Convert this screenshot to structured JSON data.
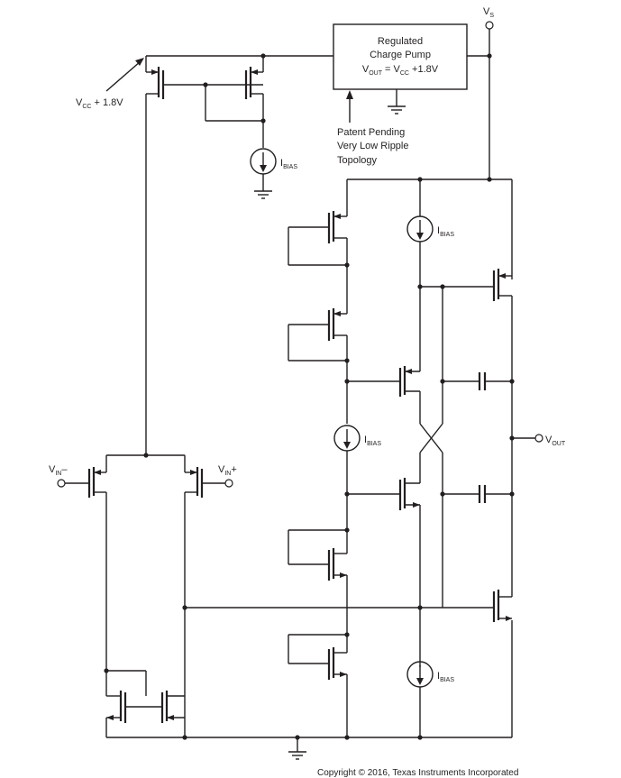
{
  "labels": {
    "vs": {
      "main": "V",
      "sub": "S"
    },
    "vcc_plus": {
      "main": "V",
      "sub": "CC",
      "rest": " + 1.8V"
    },
    "charge_pump": {
      "line1": "Regulated",
      "line2": "Charge Pump",
      "line3_main": "V",
      "line3_sub": "OUT",
      "line3_mid": " = V",
      "line3_sub2": "CC",
      "line3_rest": " +1.8V"
    },
    "note": {
      "line1": "Patent Pending",
      "line2": "Very Low Ripple",
      "line3": "Topology"
    },
    "ibias": {
      "main": "I",
      "sub": "BIAS"
    },
    "vin_minus": {
      "main": "V",
      "sub": "IN",
      "sign": "–"
    },
    "vin_plus": {
      "main": "V",
      "sub": "IN",
      "sign": "+"
    },
    "vout": {
      "main": "V",
      "sub": "OUT"
    }
  },
  "footer": "Copyright © 2016, Texas Instruments Incorporated"
}
